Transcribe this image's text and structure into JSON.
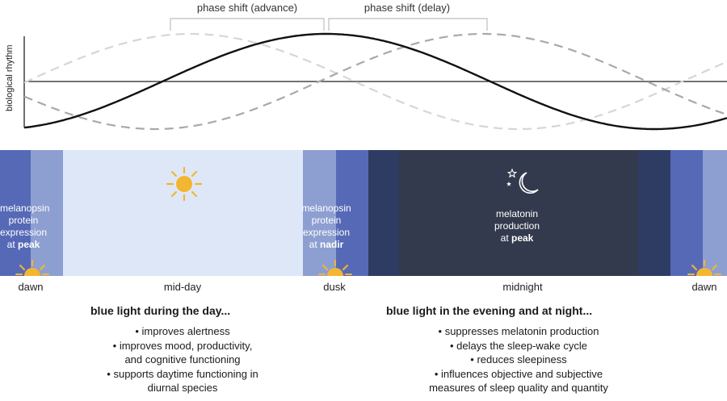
{
  "rhythm": {
    "y_label": "biological rhythm",
    "advance_label": "phase shift (advance)",
    "delay_label": "phase shift (delay)"
  },
  "bands": {
    "dawn_left": {
      "line1": "melanopsin",
      "line2": "protein",
      "line3": "expression",
      "line4_prefix": "at ",
      "line4_bold": "peak"
    },
    "dusk": {
      "line1": "melanopsin",
      "line2": "protein",
      "line3": "expression",
      "line4_prefix": "at ",
      "line4_bold": "nadir"
    },
    "night": {
      "line1": "melatonin",
      "line2": "production",
      "line3_prefix": "at ",
      "line3_bold": "peak"
    }
  },
  "time_labels": {
    "dawn_left": "dawn",
    "midday": "mid-day",
    "dusk": "dusk",
    "midnight": "midnight",
    "dawn_right": "dawn"
  },
  "day_column": {
    "heading": "blue light during the day...",
    "item1": "improves alertness",
    "item2_line1": "improves mood, productivity,",
    "item2_line2": "and cognitive functioning",
    "item3_line1": "supports daytime functioning in",
    "item3_line2": "diurnal species"
  },
  "night_column": {
    "heading": "blue light in the evening and at night...",
    "item1": "suppresses melatonin production",
    "item2": "delays the sleep-wake cycle",
    "item3": "reduces sleepiness",
    "item4_line1": "influences objective and subjective",
    "item4_line2": "measures of sleep quality and quantity"
  },
  "colors": {
    "midday": "#dde7f8",
    "pale_blue": "#8d9fd1",
    "mid_blue": "#5669b6",
    "dark_blue": "#2e3c63",
    "night": "#343a4d",
    "sun": "#f3b630"
  },
  "icons": {
    "sun": "sun-icon",
    "moon": "moon-stars-icon"
  }
}
